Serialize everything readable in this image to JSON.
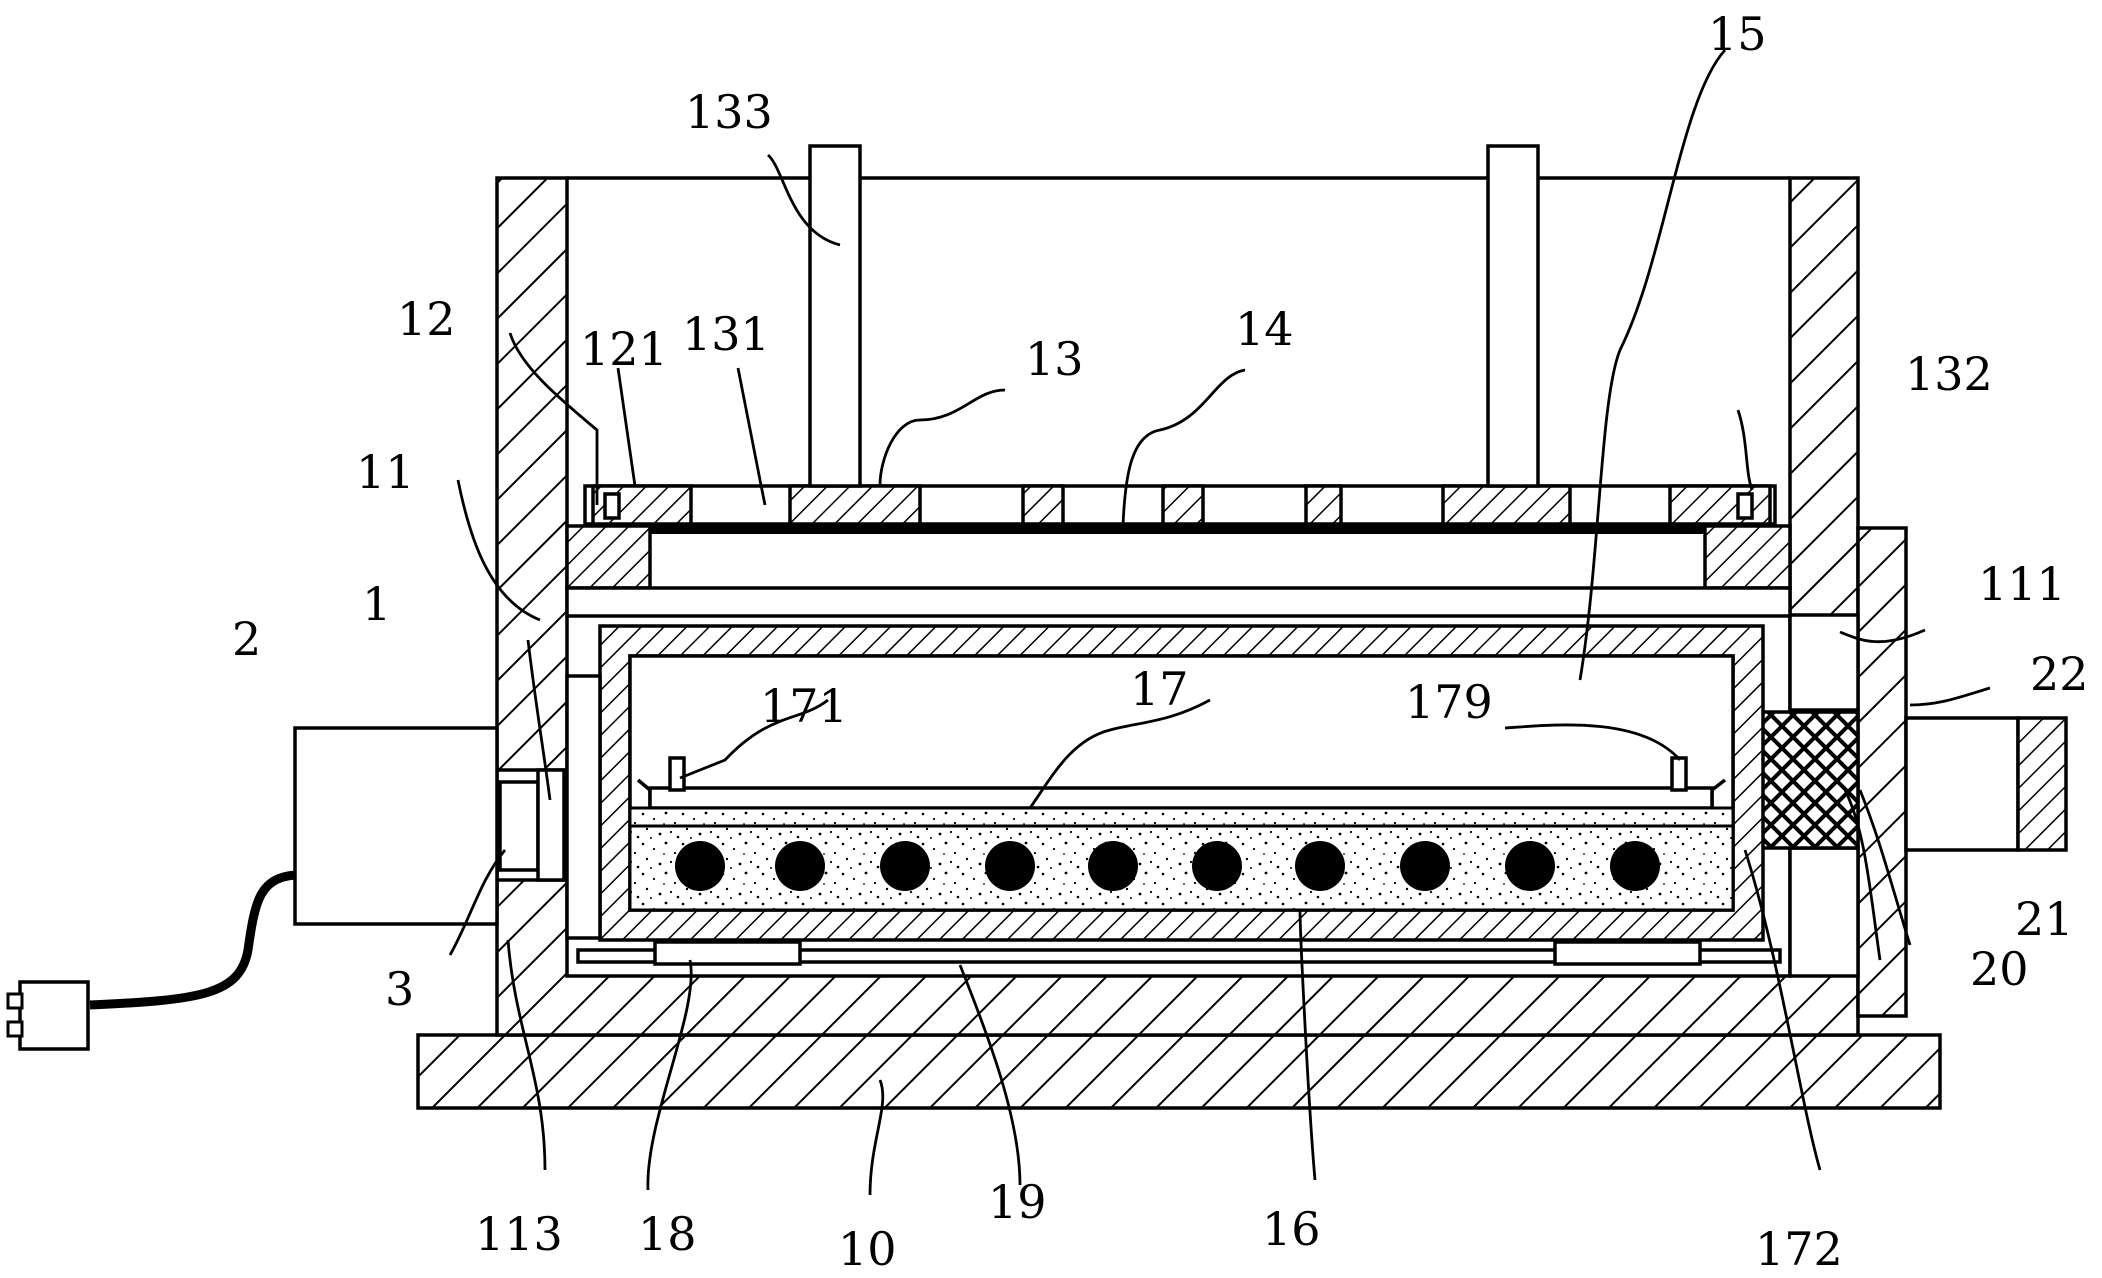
{
  "labels": {
    "l1": "1",
    "l2": "2",
    "l3": "3",
    "l10": "10",
    "l11": "11",
    "l12": "12",
    "l13": "13",
    "l14": "14",
    "l15": "15",
    "l16": "16",
    "l17": "17",
    "l18": "18",
    "l19": "19",
    "l20": "20",
    "l21": "21",
    "l22": "22",
    "l111": "111",
    "l113": "113",
    "l121": "121",
    "l131": "131",
    "l132": "132",
    "l133": "133",
    "l171": "171",
    "l172": "172",
    "l179": "179"
  }
}
